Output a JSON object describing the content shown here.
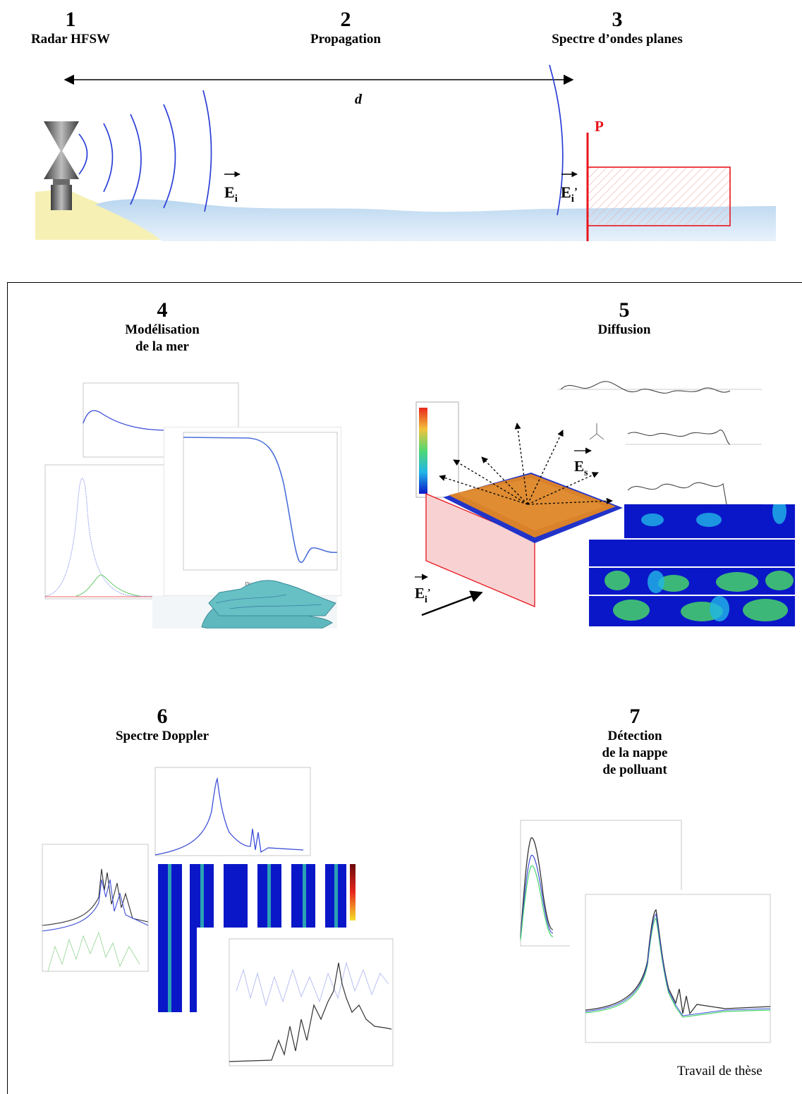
{
  "steps": [
    {
      "num": "1",
      "label": "Radar HFSW"
    },
    {
      "num": "2",
      "label": "Propagation"
    },
    {
      "num": "3",
      "label": "Spectre d’ondes planes"
    },
    {
      "num": "4",
      "label_lines": [
        "Modélisation",
        "de la mer"
      ]
    },
    {
      "num": "5",
      "label": "Diffusion"
    },
    {
      "num": "6",
      "label": "Spectre Doppler"
    },
    {
      "num": "7",
      "label_lines": [
        "Détection",
        "de la nappe",
        "de polluant"
      ]
    }
  ],
  "diagram": {
    "distance_symbol": "d",
    "plane_label": "P",
    "field_incident": "E",
    "field_incident_sub": "i",
    "field_incident_prime": "’",
    "field_scattered": "E",
    "field_scattered_sub": "s"
  },
  "plot_labels": {
    "distance_axis": "Distance R (m)"
  },
  "footer": "Travail de thèse",
  "colors": {
    "wave": "#2a3fd6",
    "plane": "#e8141c",
    "sea": "#cfe3f4",
    "land": "#f6f0b4",
    "sea_surface": "#d9822b",
    "field_blue": "#0a17c8",
    "field_green": "#47d36a"
  }
}
